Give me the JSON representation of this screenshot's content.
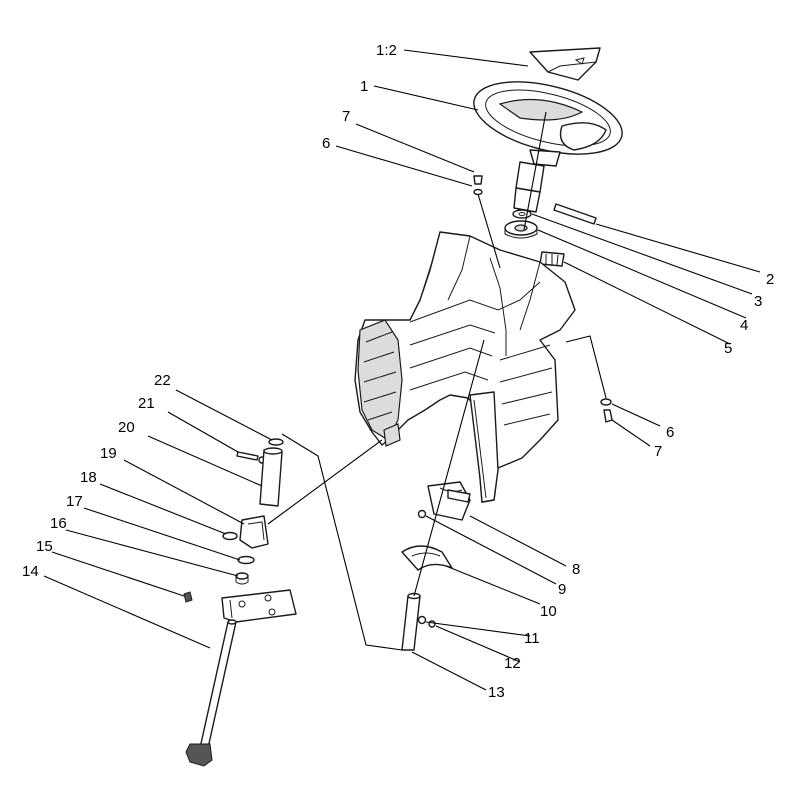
{
  "callouts": {
    "c1_2": "1:2",
    "c1": "1",
    "c2": "2",
    "c3": "3",
    "c4": "4",
    "c5": "5",
    "c6a": "6",
    "c6b": "6",
    "c7a": "7",
    "c7b": "7",
    "c8": "8",
    "c9": "9",
    "c10": "10",
    "c11": "11",
    "c12": "12",
    "c13": "13",
    "c14": "14",
    "c15": "15",
    "c16": "16",
    "c17": "17",
    "c18": "18",
    "c19": "19",
    "c20": "20",
    "c21": "21",
    "c22": "22"
  }
}
